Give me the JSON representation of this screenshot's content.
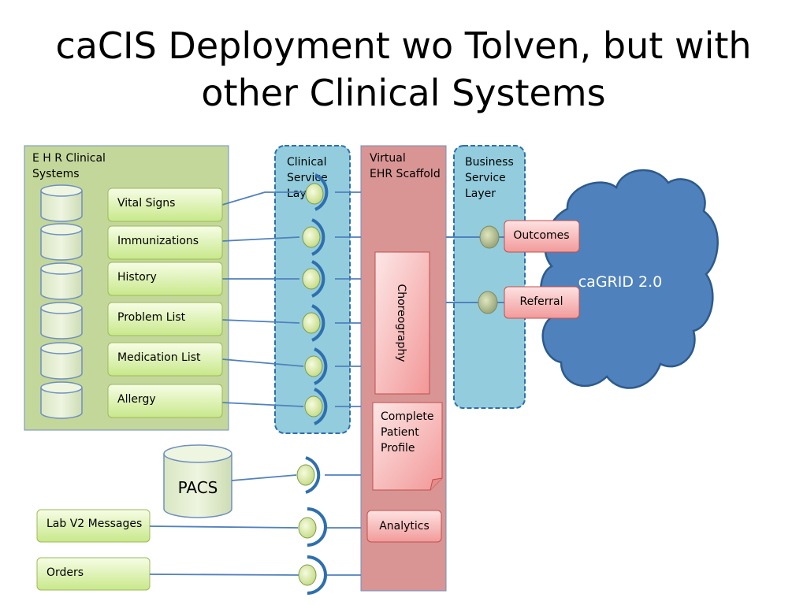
{
  "slide": {
    "title_line1": "caCIS Deployment wo Tolven, but with",
    "title_line2": "other Clinical Systems"
  },
  "colors": {
    "ehr_panel": "#c4d79b",
    "service_layer": "#93cddd",
    "scaffold": "#d99594",
    "cloud": "#4f81bd",
    "green_box": "#eaf7c8",
    "pink_box": "#f8b8b8",
    "connector": "#4f81bd"
  },
  "ehr": {
    "label_line1": "E H R Clinical",
    "label_line2": "Systems",
    "items": [
      "Vital Signs",
      "Immunizations",
      "History",
      "Problem List",
      "Medication List",
      "Allergy"
    ]
  },
  "clinical_layer": {
    "line1": "Clinical",
    "line2": "Service",
    "line3": "Layer"
  },
  "scaffold": {
    "line1": "Virtual",
    "line2": "EHR Scaffold",
    "choreography": "Choreography",
    "profile_line1": "Complete",
    "profile_line2": "Patient",
    "profile_line3": "Profile",
    "analytics": "Analytics"
  },
  "business_layer": {
    "line1": "Business",
    "line2": "Service",
    "line3": "Layer"
  },
  "business_items": [
    "Outcomes",
    "Referral"
  ],
  "cloud": {
    "label": "caGRID 2.0"
  },
  "pacs": {
    "label": "PACS"
  },
  "external_items": [
    "Lab V2 Messages",
    "Orders"
  ]
}
